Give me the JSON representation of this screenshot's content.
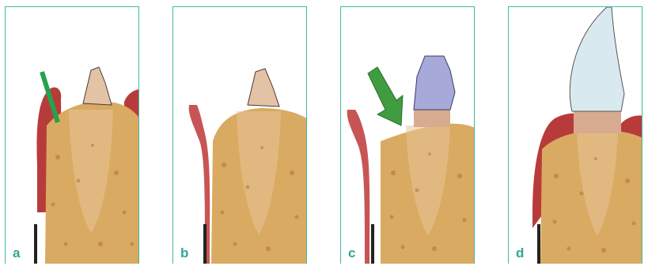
{
  "panels": [
    {
      "label": "a"
    },
    {
      "label": "b"
    },
    {
      "label": "c"
    },
    {
      "label": "d"
    }
  ],
  "colors": {
    "frame": "#3fb9a3",
    "label": "#2fa793",
    "bone": "#d9aa61",
    "bone_spot": "#a8672c",
    "root": "#e8c59a",
    "crown_tissue": "#d7ab8f",
    "gingiva": "#b83b3b",
    "gingiva_light": "#d95a5a",
    "temporary_crown": "#a7a9d9",
    "final_crown": "#d9e9f0",
    "instrument": "#23a34a",
    "arrow": "#3f9c40",
    "dark_edge": "#222222"
  }
}
